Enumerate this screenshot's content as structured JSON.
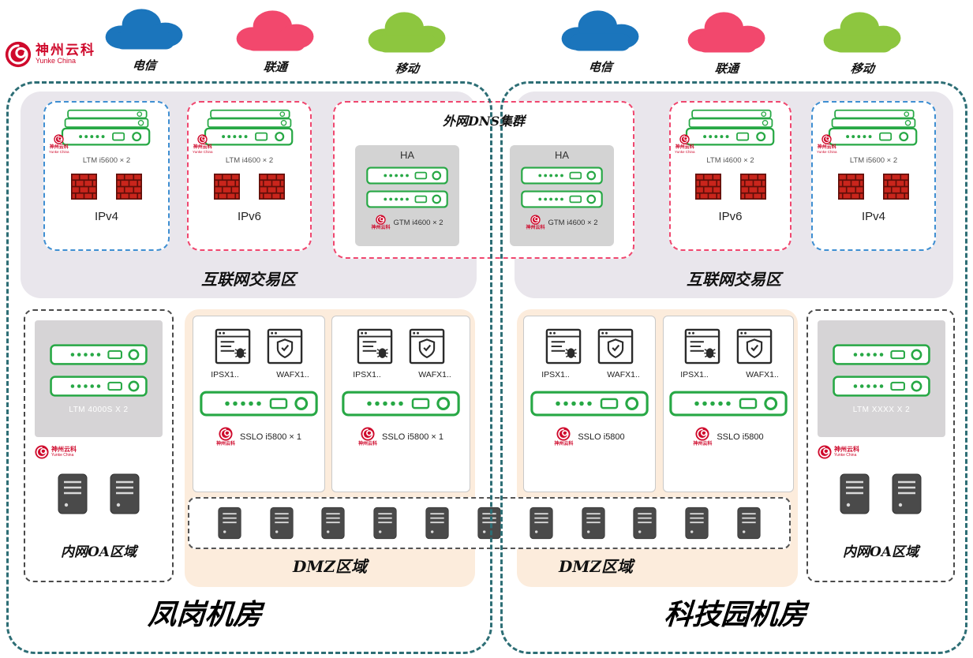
{
  "brand": {
    "name": "神州云科",
    "sub": "Yunke China"
  },
  "clouds": {
    "left": [
      {
        "label": "电信"
      },
      {
        "label": "联通"
      },
      {
        "label": "移动"
      }
    ],
    "right": [
      {
        "label": "电信"
      },
      {
        "label": "联通"
      },
      {
        "label": "移动"
      }
    ]
  },
  "dns": {
    "title": "外网DNS集群",
    "left_ha": {
      "title": "HA",
      "device": "GTM i4600 × 2"
    },
    "right_ha": {
      "title": "HA",
      "device": "GTM i4600 × 2"
    }
  },
  "fenggang": {
    "name": "凤岗机房",
    "internet_zone_label": "互联网交易区",
    "ipv4": {
      "device": "LTM i5600 × 2",
      "label": "IPv4"
    },
    "ipv6": {
      "device": "LTM i4600 × 2",
      "label": "IPv6"
    },
    "oa": {
      "device": "LTM 4000S X 2",
      "label": "内网OA区域"
    },
    "dmz": {
      "label": "DMZ区域",
      "sslo_a": {
        "ips": "IPSX1..",
        "waf": "WAFX1..",
        "device": "SSLO i5800 × 1"
      },
      "sslo_b": {
        "ips": "IPSX1..",
        "waf": "WAFX1..",
        "device": "SSLO i5800 × 1"
      }
    }
  },
  "keji": {
    "name": "科技园机房",
    "internet_zone_label": "互联网交易区",
    "ipv6": {
      "device": "LTM i4600 × 2",
      "label": "IPv6"
    },
    "ipv4": {
      "device": "LTM i5600 × 2",
      "label": "IPv4"
    },
    "oa": {
      "device": "LTM XXXX X 2",
      "label": "内网OA区域"
    },
    "dmz": {
      "label": "DMZ区域",
      "sslo_a": {
        "ips": "IPSX1..",
        "waf": "WAFX1..",
        "device": "SSLO i5800"
      },
      "sslo_b": {
        "ips": "IPSX1..",
        "waf": "WAFX1..",
        "device": "SSLO i5800"
      }
    }
  },
  "colors": {
    "border_teal": "#2d6e75",
    "ipv4_blue": "#3f8fd2",
    "ipv6_red": "#f0476f",
    "device_green": "#27a845",
    "firewall_red": "#c9251c",
    "dmz_peach": "#fcecdc",
    "zone_gray": "#e9e6ec",
    "brand_red": "#cf0a2c",
    "cloud_blue": "#1b75bc",
    "cloud_pink": "#f2486d",
    "cloud_green": "#8dc63f"
  }
}
